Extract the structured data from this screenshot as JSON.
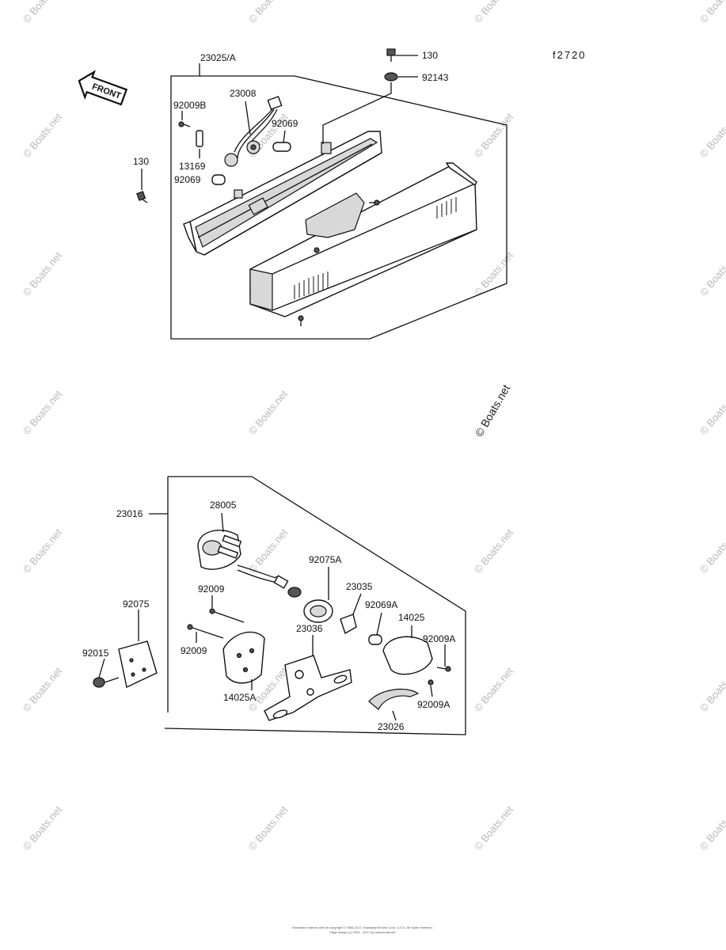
{
  "figure_code": "f2720",
  "front_label": "FRONT",
  "watermark": "© Boats.net",
  "footer": [
    "Kawasaki material with all copyright © 1985-2017, Kawasaki Motors Corp. U.S.A. All rights reserved.",
    "Page design (c) 2005 - 2017 by www.boats.net"
  ],
  "top_group": {
    "assembly": "23025/A",
    "labels": [
      "130",
      "92143",
      "23008",
      "92009B",
      "92069",
      "13169",
      "92069",
      "130"
    ]
  },
  "bottom_group": {
    "assembly": "23016",
    "labels": [
      "28005",
      "92075A",
      "23035",
      "92069A",
      "14025",
      "92009A",
      "92009",
      "92075",
      "23036",
      "92009",
      "92015",
      "14025A",
      "92009A",
      "23026"
    ]
  }
}
